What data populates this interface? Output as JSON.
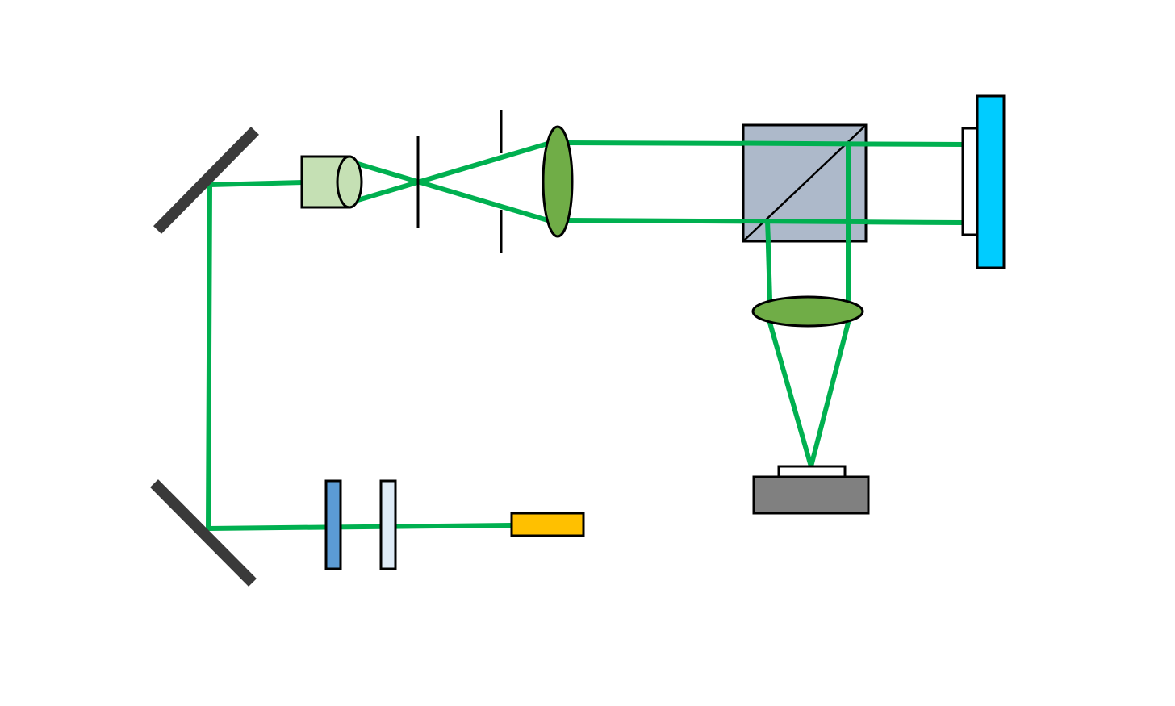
{
  "diagram": {
    "title": "",
    "colors": {
      "background": "#ffffff",
      "beam": "#00b050",
      "mirror": "#3a3a3a",
      "outline": "#000000",
      "beam_expander_objective": "#c5e0b4",
      "lens": "#70ad47",
      "waveplate_dark": "#5b9bd5",
      "waveplate_light": "#deebf7",
      "laser_source": "#ffc000",
      "beam_splitter": "#adb9ca",
      "spatial_light_modulator": "#00ccff",
      "slm_window": "#ffffff",
      "camera_body": "#808080",
      "camera_sensor": "#ffffff"
    },
    "components": [
      {
        "name": "laser-source",
        "type": "laser"
      },
      {
        "name": "waveplate-light",
        "type": "waveplate"
      },
      {
        "name": "waveplate-dark",
        "type": "waveplate"
      },
      {
        "name": "mirror-bottom",
        "type": "mirror"
      },
      {
        "name": "mirror-top",
        "type": "mirror"
      },
      {
        "name": "microscope-objective",
        "type": "objective"
      },
      {
        "name": "pinhole",
        "type": "aperture"
      },
      {
        "name": "iris",
        "type": "aperture"
      },
      {
        "name": "collimating-lens",
        "type": "lens"
      },
      {
        "name": "beam-splitter",
        "type": "beam-splitter-cube"
      },
      {
        "name": "spatial-light-modulator",
        "type": "slm"
      },
      {
        "name": "focusing-lens",
        "type": "lens"
      },
      {
        "name": "camera",
        "type": "detector"
      }
    ],
    "labels": []
  }
}
